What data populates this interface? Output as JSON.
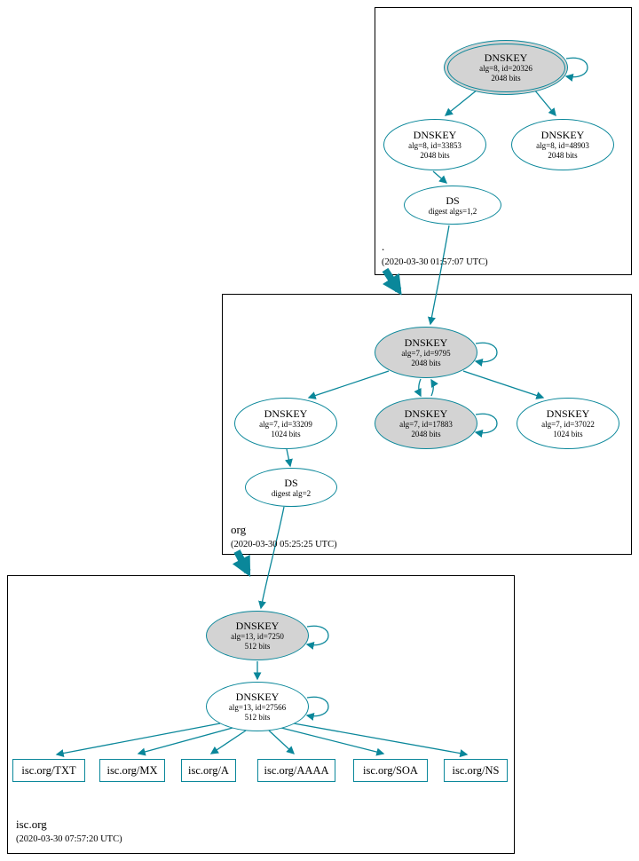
{
  "colors": {
    "teal": "#0a879a",
    "node-gray": "#d3d3d3",
    "zone-border": "#000000"
  },
  "zones": {
    "root": {
      "name": ".",
      "timestamp": "(2020-03-30 01:57:07 UTC)",
      "nodes": {
        "ksk20326": {
          "title": "DNSKEY",
          "detail1": "alg=8, id=20326",
          "detail2": "2048 bits"
        },
        "zsk33853": {
          "title": "DNSKEY",
          "detail1": "alg=8, id=33853",
          "detail2": "2048 bits"
        },
        "key48903": {
          "title": "DNSKEY",
          "detail1": "alg=8, id=48903",
          "detail2": "2048 bits"
        },
        "ds": {
          "title": "DS",
          "detail1": "digest algs=1,2"
        }
      }
    },
    "org": {
      "name": "org",
      "timestamp": "(2020-03-30 05:25:25 UTC)",
      "nodes": {
        "ksk9795": {
          "title": "DNSKEY",
          "detail1": "alg=7, id=9795",
          "detail2": "2048 bits"
        },
        "zsk33209": {
          "title": "DNSKEY",
          "detail1": "alg=7, id=33209",
          "detail2": "1024 bits"
        },
        "ksk17883": {
          "title": "DNSKEY",
          "detail1": "alg=7, id=17883",
          "detail2": "2048 bits"
        },
        "zsk37022": {
          "title": "DNSKEY",
          "detail1": "alg=7, id=37022",
          "detail2": "1024 bits"
        },
        "ds": {
          "title": "DS",
          "detail1": "digest alg=2"
        }
      }
    },
    "isc": {
      "name": "isc.org",
      "timestamp": "(2020-03-30 07:57:20 UTC)",
      "nodes": {
        "ksk7250": {
          "title": "DNSKEY",
          "detail1": "alg=13, id=7250",
          "detail2": "512 bits"
        },
        "zsk27566": {
          "title": "DNSKEY",
          "detail1": "alg=13, id=27566",
          "detail2": "512 bits"
        }
      },
      "records": [
        "isc.org/TXT",
        "isc.org/MX",
        "isc.org/A",
        "isc.org/AAAA",
        "isc.org/SOA",
        "isc.org/NS"
      ]
    }
  }
}
